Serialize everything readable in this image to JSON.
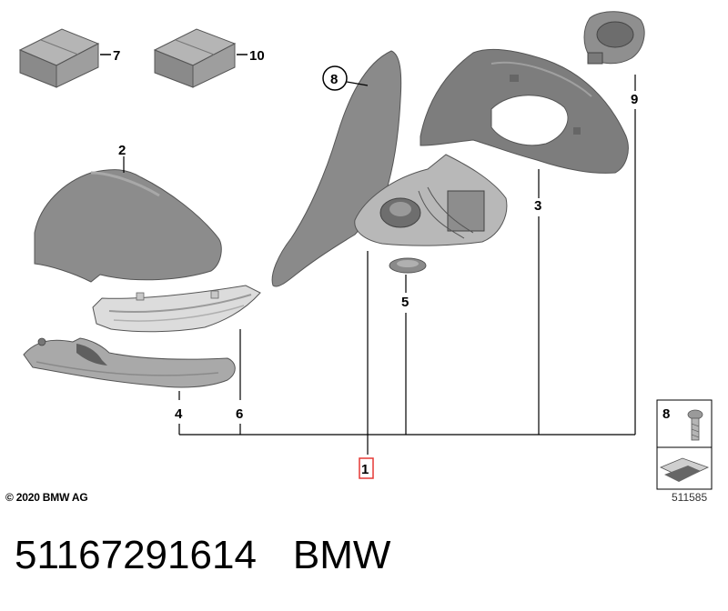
{
  "diagram": {
    "labels": {
      "p1": "1",
      "p2": "2",
      "p3": "3",
      "p4": "4",
      "p5": "5",
      "p6": "6",
      "p7": "7",
      "p8": "8",
      "p9": "9",
      "p10": "10"
    },
    "legend_box": {
      "part_number": "8"
    },
    "copyright": "© 2020 BMW AG",
    "image_ref": "511585"
  },
  "caption": {
    "part_number": "51167291614",
    "brand": "BMW"
  },
  "colors": {
    "highlight": "#e53935",
    "part_fill": "#8e8e8e",
    "line": "#000000"
  }
}
